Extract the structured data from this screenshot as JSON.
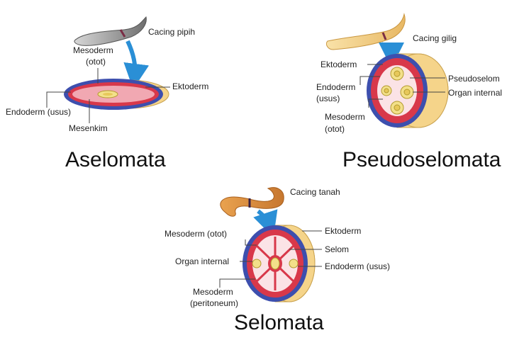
{
  "aselomata": {
    "title": "Aselomata",
    "labels": {
      "worm": "Cacing pipih",
      "mesoderm_1": "Mesoderm",
      "mesoderm_2": "(otot)",
      "ektoderm": "Ektoderm",
      "endoderm": "Endoderm (usus)",
      "mesenkim": "Mesenkim"
    }
  },
  "pseudoselomata": {
    "title": "Pseudoselomata",
    "labels": {
      "worm": "Cacing gilig",
      "ektoderm": "Ektoderm",
      "endoderm_1": "Endoderm",
      "endoderm_2": "(usus)",
      "mesoderm_1": "Mesoderm",
      "mesoderm_2": "(otot)",
      "pseudoselom": "Pseudoselom",
      "organ": "Organ internal"
    }
  },
  "selomata": {
    "title": "Selomata",
    "labels": {
      "worm": "Cacing tanah",
      "mesoderm_otot": "Mesoderm (otot)",
      "organ": "Organ internal",
      "mesoderm_1": "Mesoderm",
      "mesoderm_2": "(peritoneum)",
      "ektoderm": "Ektoderm",
      "selom": "Selom",
      "endoderm": "Endoderm (usus)"
    }
  },
  "colors": {
    "ektoderm": "#3d4fae",
    "mesoderm": "#d8384a",
    "mesenkim": "#f1a8b2",
    "endoderm": "#f3e08a",
    "arrow": "#2a8fd6",
    "outer_side": "#f5d48a"
  }
}
